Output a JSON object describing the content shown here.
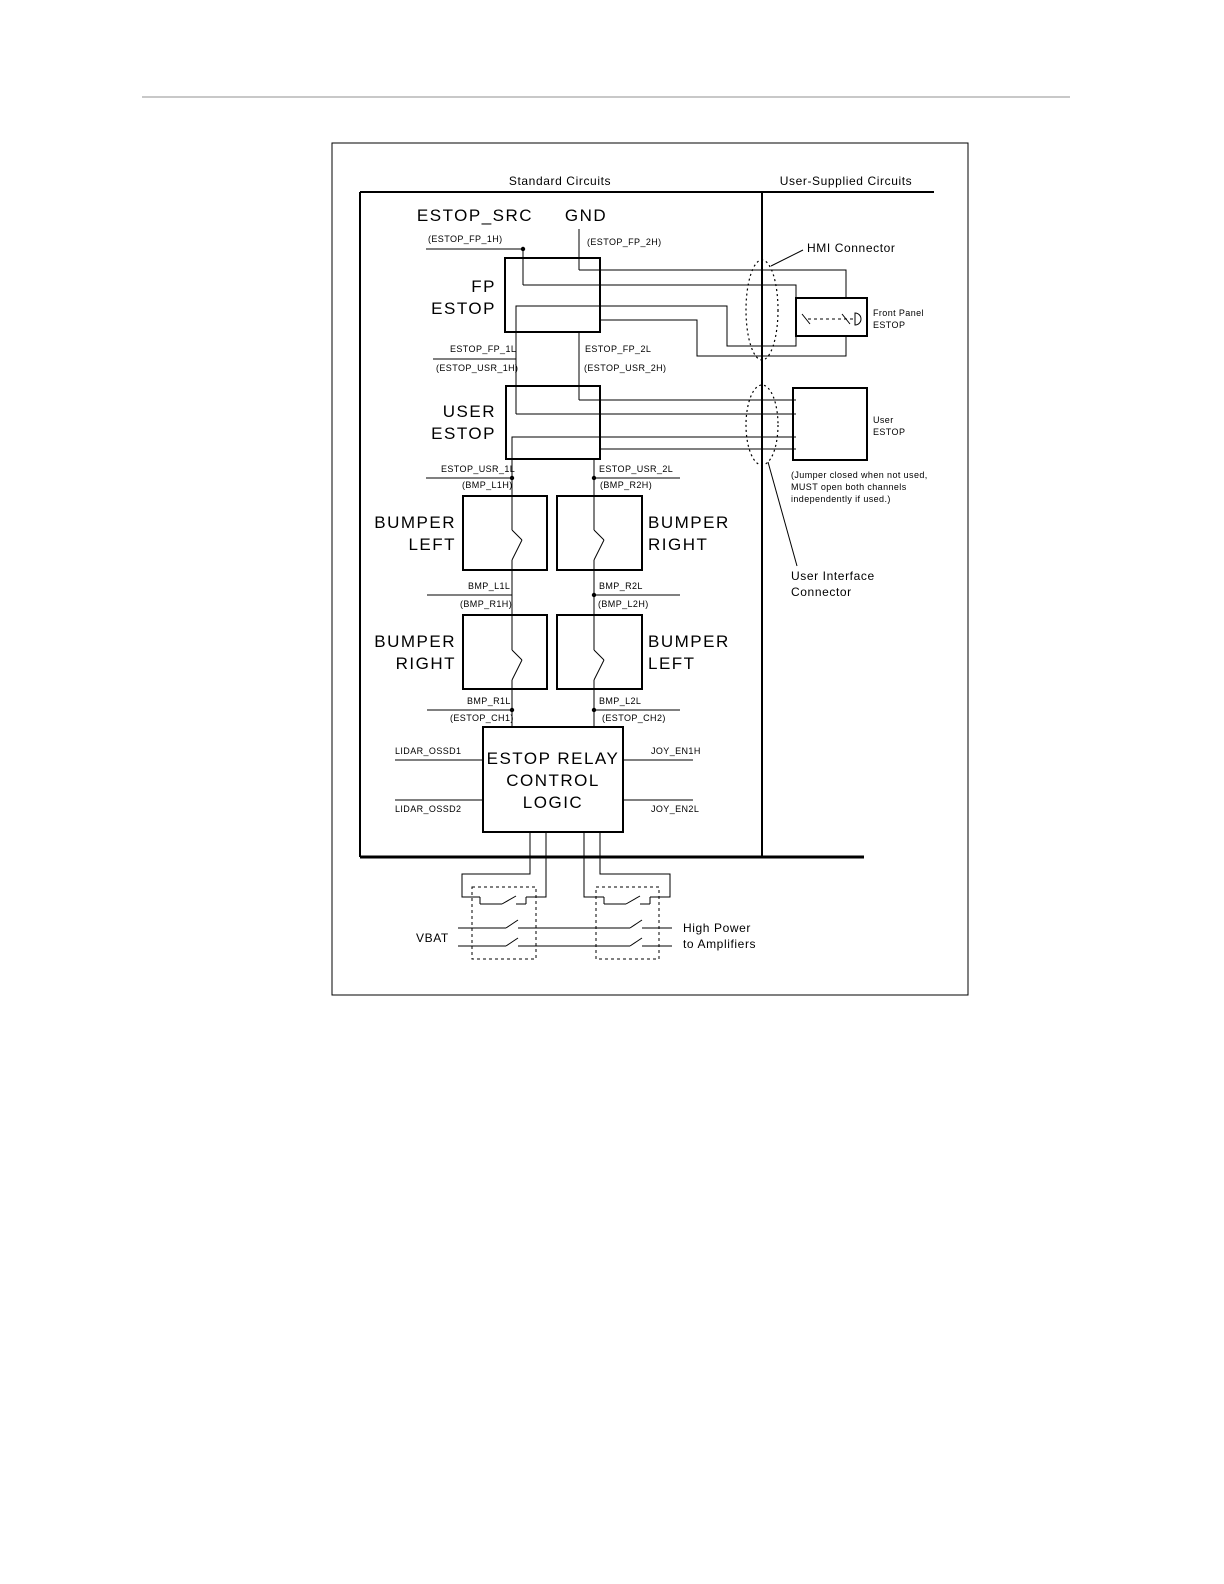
{
  "headings": {
    "standard": "Standard Circuits",
    "user_supplied": "User-Supplied Circuits"
  },
  "supply": {
    "src": "ESTOP_SRC",
    "gnd": "GND",
    "src_sig": "(ESTOP_FP_1H)",
    "gnd_sig": "(ESTOP_FP_2H)"
  },
  "fp_block": {
    "line1": "FP",
    "line2": "ESTOP"
  },
  "fp_signals": {
    "l1": "ESTOP_FP_1L",
    "l2": "ESTOP_FP_2L",
    "h1": "(ESTOP_USR_1H)",
    "h2": "(ESTOP_USR_2H)"
  },
  "user_block": {
    "line1": "USER",
    "line2": "ESTOP"
  },
  "user_signals": {
    "l1": "ESTOP_USR_1L",
    "l2": "ESTOP_USR_2L",
    "h1": "(BMP_L1H)",
    "h2": "(BMP_R2H)"
  },
  "bumper_row1": {
    "left": {
      "line1": "BUMPER",
      "line2": "LEFT"
    },
    "right": {
      "line1": "BUMPER",
      "line2": "RIGHT"
    }
  },
  "bumper_row1_signals": {
    "l1": "BMP_L1L",
    "l2": "BMP_R2L",
    "h1": "(BMP_R1H)",
    "h2": "(BMP_L2H)"
  },
  "bumper_row2": {
    "left": {
      "line1": "BUMPER",
      "line2": "RIGHT"
    },
    "right": {
      "line1": "BUMPER",
      "line2": "LEFT"
    }
  },
  "bumper_row2_signals": {
    "l1": "BMP_R1L",
    "l2": "BMP_L2L",
    "h1": "(ESTOP_CH1)",
    "h2": "(ESTOP_CH2)"
  },
  "relay_block": {
    "line1": "ESTOP RELAY",
    "line2": "CONTROL",
    "line3": "LOGIC"
  },
  "relay_inputs": {
    "lidar1": "LIDAR_OSSD1",
    "lidar2": "LIDAR_OSSD2",
    "joy1": "JOY_EN1H",
    "joy2": "JOY_EN2L"
  },
  "power": {
    "vbat": "VBAT",
    "out_line1": "High Power",
    "out_line2": "to Amplifiers"
  },
  "hmi": {
    "connector": "HMI Connector",
    "front_panel_line1": "Front Panel",
    "front_panel_line2": "ESTOP"
  },
  "user_iface": {
    "box_line1": "User",
    "box_line2": "ESTOP",
    "note1": "(Jumper closed when not used,",
    "note2": "MUST open both channels",
    "note3": "independently if used.)",
    "connector_line1": "User Interface",
    "connector_line2": "Connector"
  }
}
